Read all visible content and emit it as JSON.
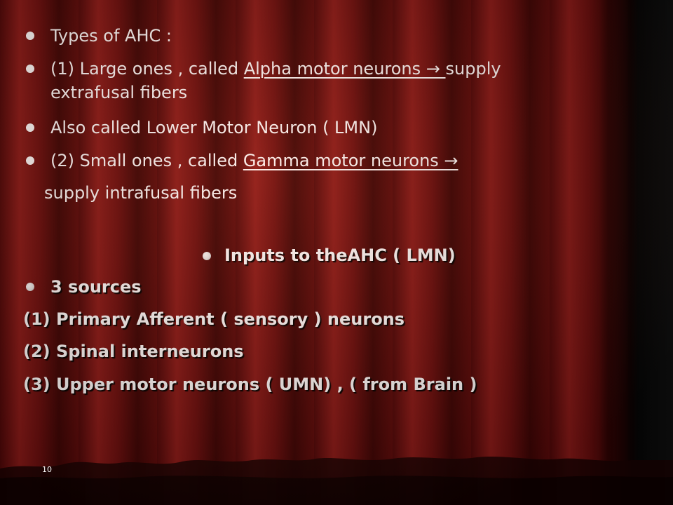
{
  "slide": {
    "page_number": "10",
    "bullets_top": [
      {
        "text": "Types of AHC :"
      },
      {
        "lead": "(1) Large ones , called ",
        "link": "Alpha motor neurons → ",
        "tail": "supply",
        "line2": "extrafusal fibers"
      },
      {
        "text": "Also called Lower Motor Neuron ( LMN)"
      },
      {
        "lead": "(2) Small ones , called ",
        "link": "Gamma motor neurons →"
      }
    ],
    "continuation": "supply  intrafusal fibers",
    "heading": "Inputs to theAHC ( LMN)",
    "sources_bullet": "3 sources",
    "sources": [
      "(1) Primary Afferent ( sensory ) neurons",
      "(2) Spinal interneurons",
      "(3) Upper motor neurons ( UMN) , ( from Brain )"
    ]
  },
  "colors": {
    "background": "#5a0a0a",
    "curtain_dark": "#3c0404",
    "curtain_light": "#8a1a18",
    "text": "#ffffff"
  }
}
